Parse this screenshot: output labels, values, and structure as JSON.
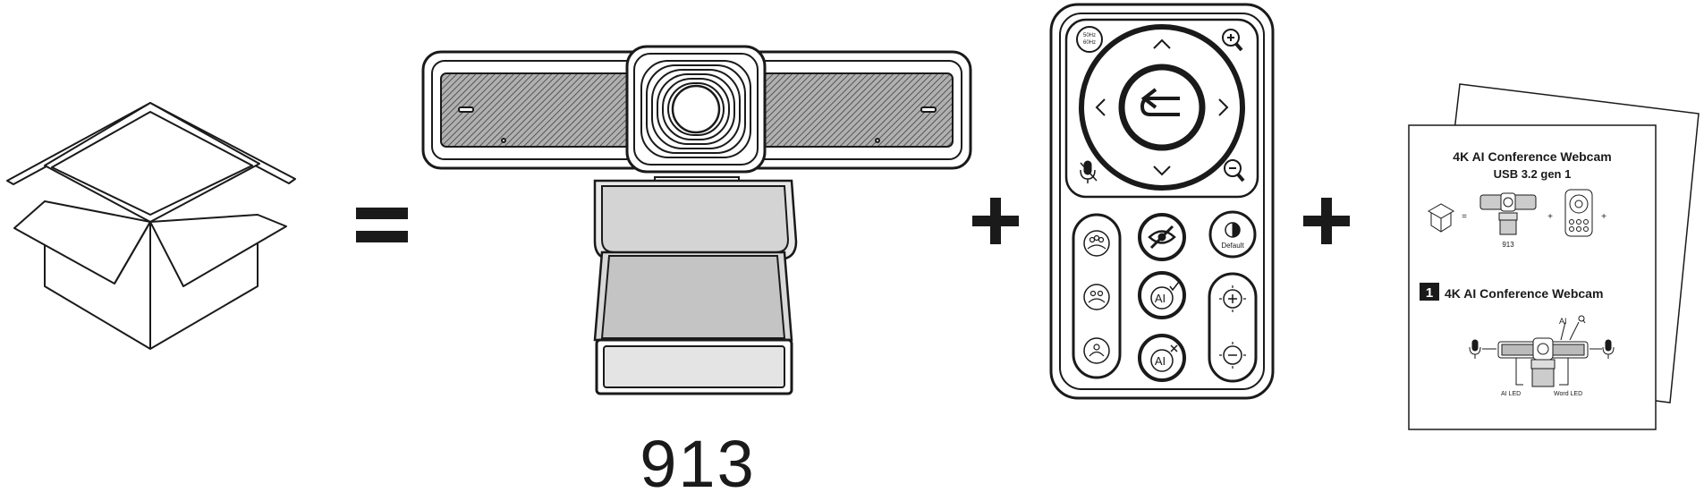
{
  "operators": {
    "equals": "=",
    "plus_1": "+",
    "plus_2": "+"
  },
  "webcam": {
    "model_label": "913"
  },
  "remote": {
    "freq_label_top": "50Hz",
    "freq_label_bottom": "60Hz",
    "default_label": "Default",
    "ai_label": "AI"
  },
  "manual": {
    "title": "4K AI Conference Webcam",
    "subtitle": "USB 3.2 gen 1",
    "mini_equals": "=",
    "mini_plus_1": "+",
    "mini_plus_2": "+",
    "mini_model": "913",
    "section_number": "1",
    "section_title": "4K AI Conference Webcam",
    "callout_ai": "AI",
    "label_ai_led": "AI LED",
    "label_word_led": "Word LED"
  },
  "colors": {
    "stroke": "#1a1a1a",
    "mesh_fill": "#9a9a9a",
    "stand_fill": "#c8c8c8",
    "paper": "#ffffff"
  }
}
